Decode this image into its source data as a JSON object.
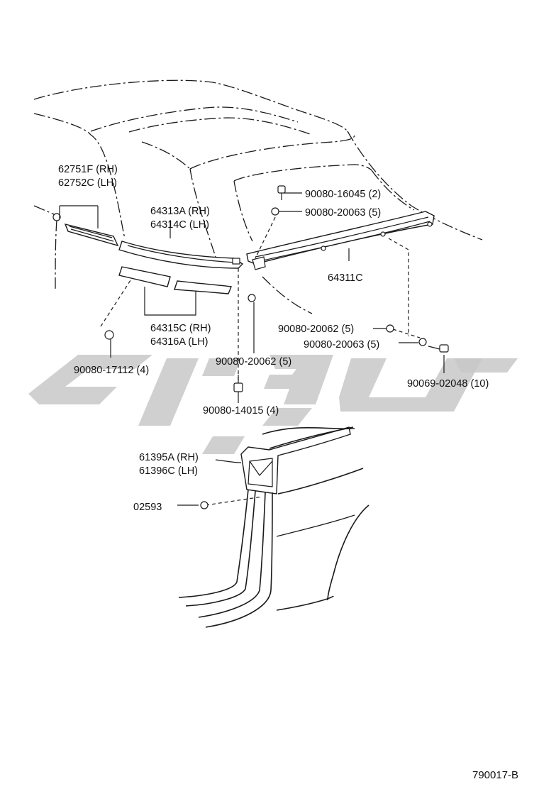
{
  "parts": {
    "molding_quarter_rh": "62751F (RH)",
    "molding_quarter_lh": "62752C (LH)",
    "weatherstrip_side_rh": "64313A (RH)",
    "weatherstrip_side_lh": "64314C (LH)",
    "weatherstrip_rear": "64311C",
    "retainer_rh": "64315C (RH)",
    "retainer_lh": "64316A (LH)",
    "seal_pillar_rh": "61395A (RH)",
    "seal_pillar_lh": "61396C (LH)",
    "clip": "02593",
    "screw_1": "90080-16045 (2)",
    "nut_1": "90080-20063 (5)",
    "nut_2": "90080-20062 (5)",
    "nut_3": "90080-20062 (5)",
    "nut_4": "90080-20063 (5)",
    "screw_2": "90069-02048 (10)",
    "bolt_1": "90080-17112 (4)",
    "bolt_2": "90080-14015 (4)"
  },
  "diagram_ref": "790017-B",
  "icons": {
    "watermark": "watermark-logo-icon",
    "fastener": "nut-icon",
    "screw": "screw-icon"
  },
  "colors": {
    "line": "#1a1a1a",
    "watermark": "#c8c8c8",
    "background": "#ffffff"
  }
}
